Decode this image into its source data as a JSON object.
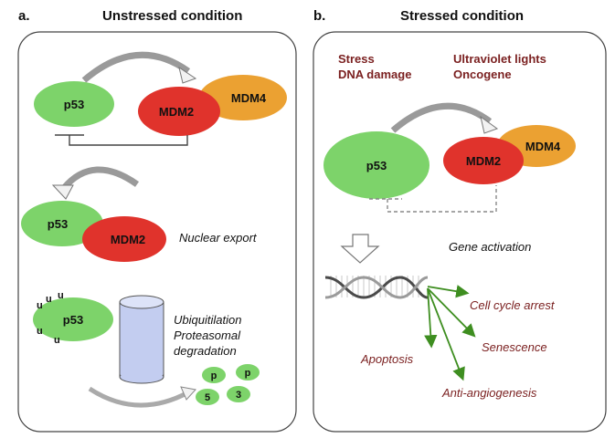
{
  "colors": {
    "p53": "#7dd36a",
    "mdm2": "#e0332c",
    "mdm4": "#eba132",
    "panel_border": "#444444",
    "stress_text": "#7a1f1f",
    "outcome_arrow": "#3e8e20",
    "proteasome": "#c3cdf0"
  },
  "panel_a": {
    "header_letter": "a.",
    "title": "Unstressed condition",
    "p53": "p53",
    "mdm2": "MDM2",
    "mdm4": "MDM4",
    "export_p53": "p53",
    "export_mdm2": "MDM2",
    "nuclear_export": "Nuclear export",
    "ub_p53": "p53",
    "ubiquitin": "u",
    "ubiquitilation": "Ubiquitilation",
    "proteasomal": "Proteasomal",
    "degradation": "degradation",
    "frag_p1": "p",
    "frag_p2": "p",
    "frag_5": "5",
    "frag_3": "3"
  },
  "panel_b": {
    "header_letter": "b.",
    "title": "Stressed condition",
    "stress": "Stress",
    "dna_damage": "DNA damage",
    "ultraviolet": "Ultraviolet lights",
    "oncogene": "Oncogene",
    "p53": "p53",
    "mdm2": "MDM2",
    "mdm4": "MDM4",
    "gene_activation": "Gene activation",
    "cell_cycle_arrest": "Cell cycle arrest",
    "senescence": "Senescence",
    "apoptosis": "Apoptosis",
    "anti_angiogenesis": "Anti-angiogenesis"
  }
}
